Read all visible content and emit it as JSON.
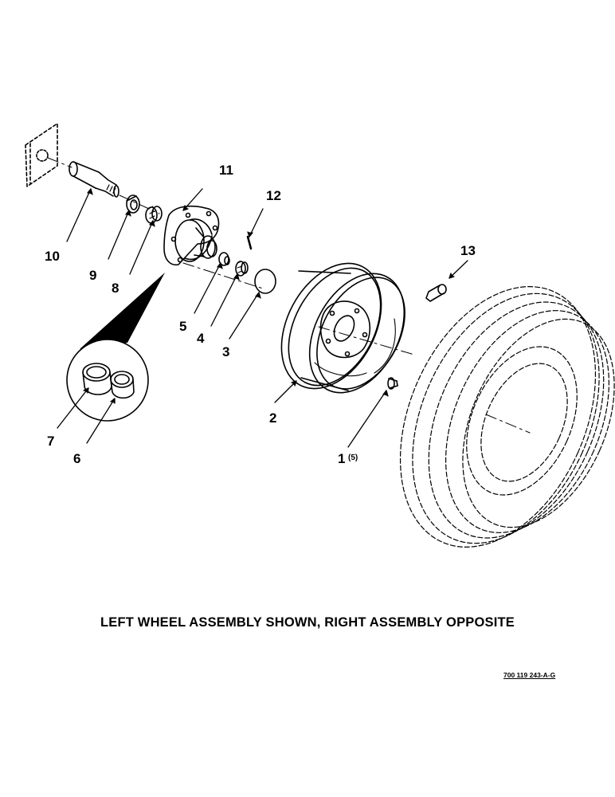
{
  "callouts": {
    "c1": "1",
    "c1_qty": "(5)",
    "c2": "2",
    "c3": "3",
    "c4": "4",
    "c5": "5",
    "c6": "6",
    "c7": "7",
    "c8": "8",
    "c9": "9",
    "c10": "10",
    "c11": "11",
    "c12": "12",
    "c13": "13"
  },
  "caption": "LEFT WHEEL ASSEMBLY SHOWN, RIGHT ASSEMBLY OPPOSITE",
  "drawing_code": "700 119 243-A-G"
}
